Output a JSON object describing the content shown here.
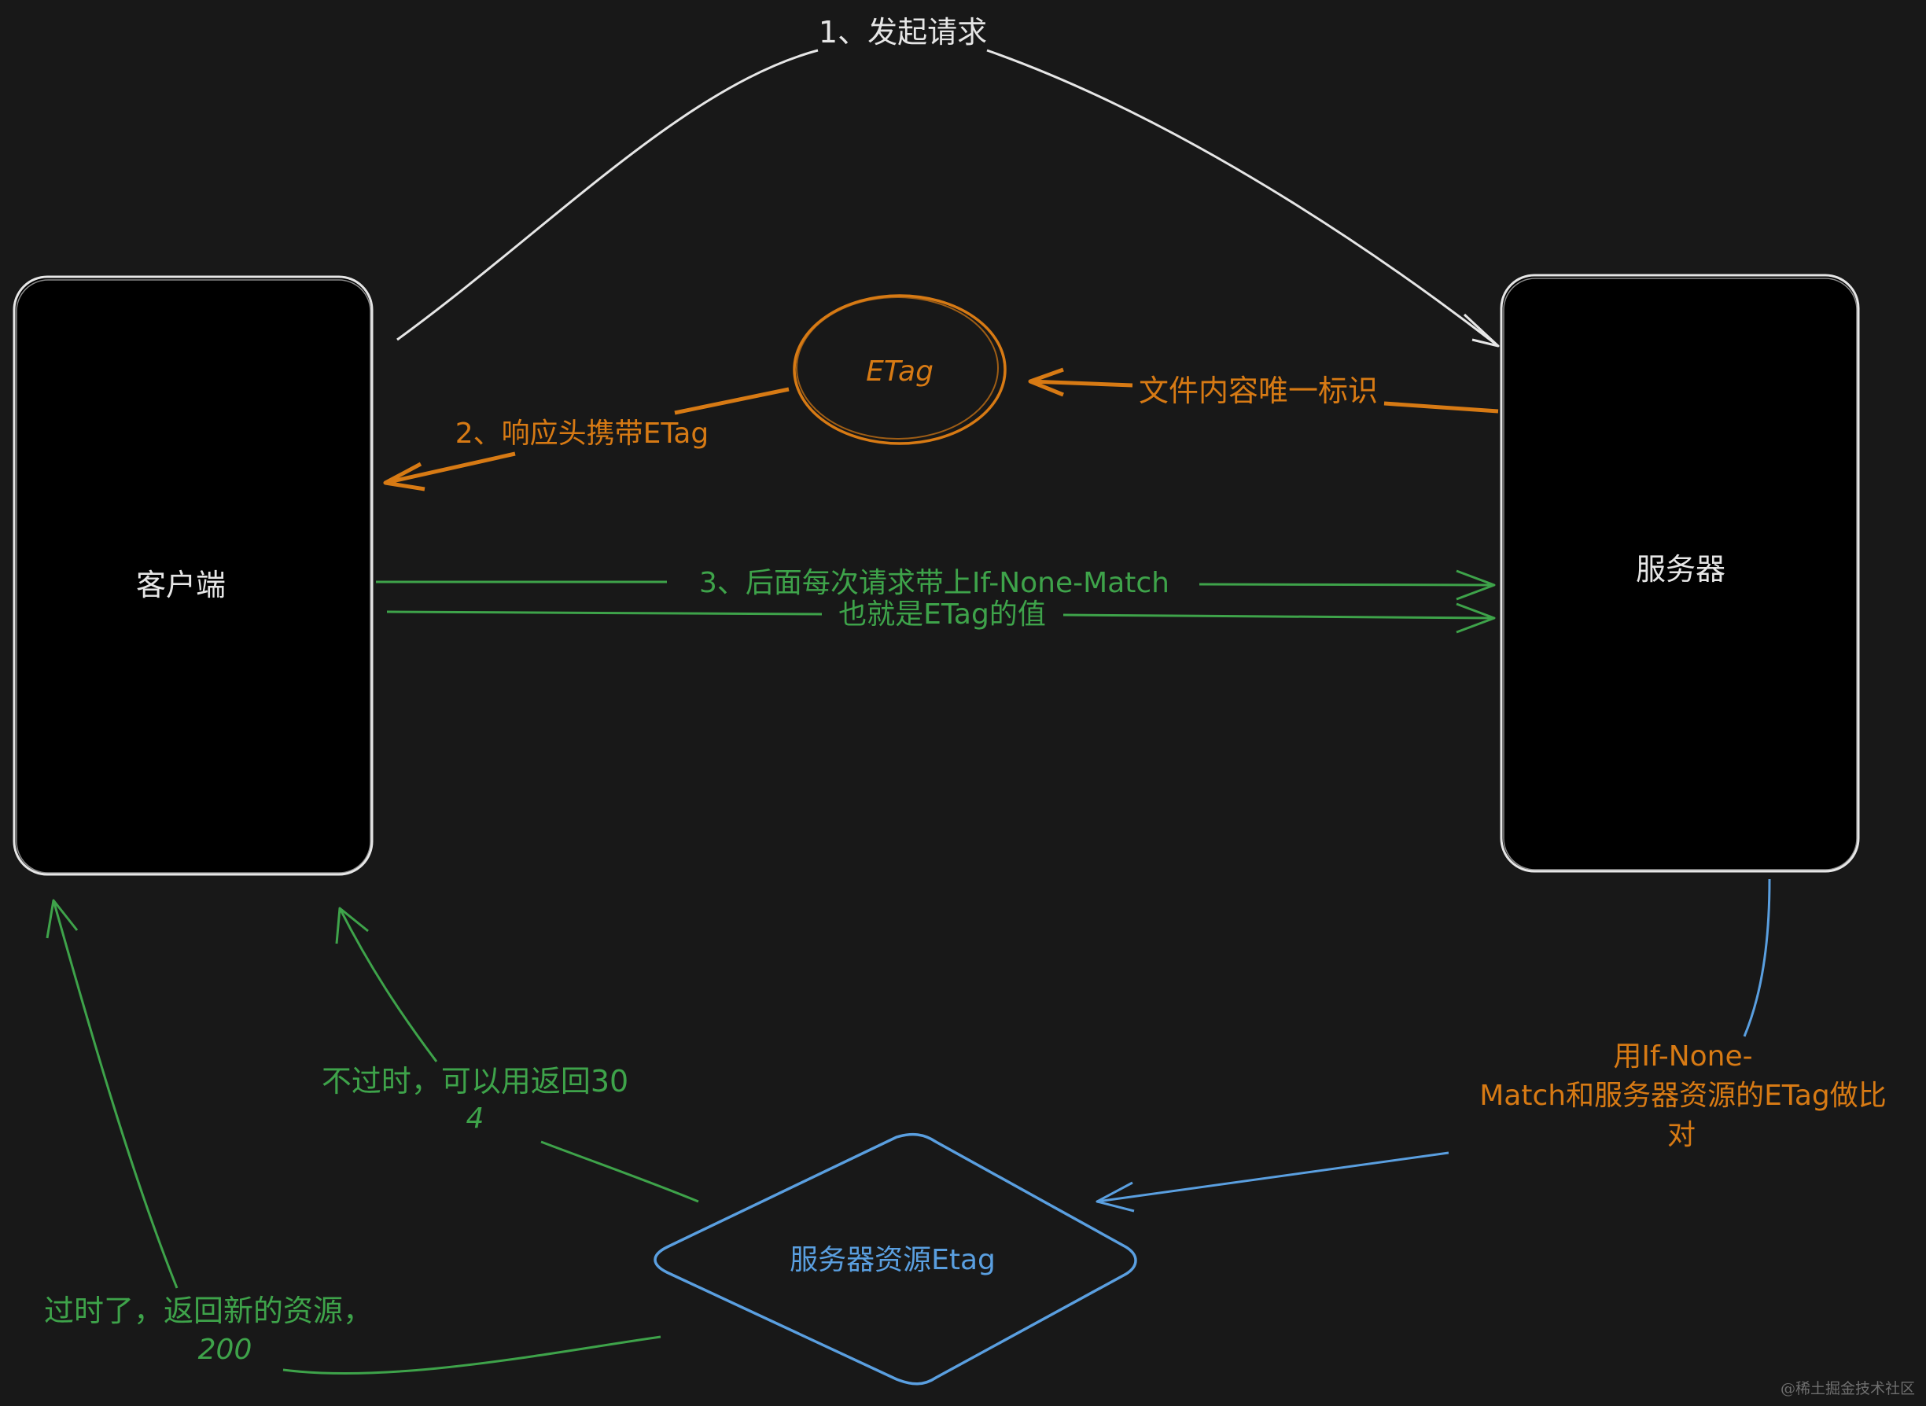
{
  "colors": {
    "background": "#181818",
    "white": "#e6e6e6",
    "orange": "#d77a14",
    "green": "#3ea34a",
    "blue": "#5a9fe0"
  },
  "nodes": {
    "client": "客户端",
    "server": "服务器",
    "etag": "ETag",
    "server_etag": "服务器资源Etag"
  },
  "edges": {
    "request": "1、发起请求",
    "response": "2、响应头携带ETag",
    "identifier": "文件内容唯一标识",
    "subsequent_line1": "3、后面每次请求带上If-None-Match",
    "subsequent_line2": "也就是ETag的值",
    "compare_line1": "用If-None-",
    "compare_line2": "Match和服务器资源的ETag做比",
    "compare_line3": "对",
    "not_expired_line1": "不过时，可以用返回30",
    "not_expired_line2": "4",
    "expired_line1": "过时了，返回新的资源，",
    "expired_line2": "200"
  },
  "watermark": "@稀土掘金技术社区"
}
